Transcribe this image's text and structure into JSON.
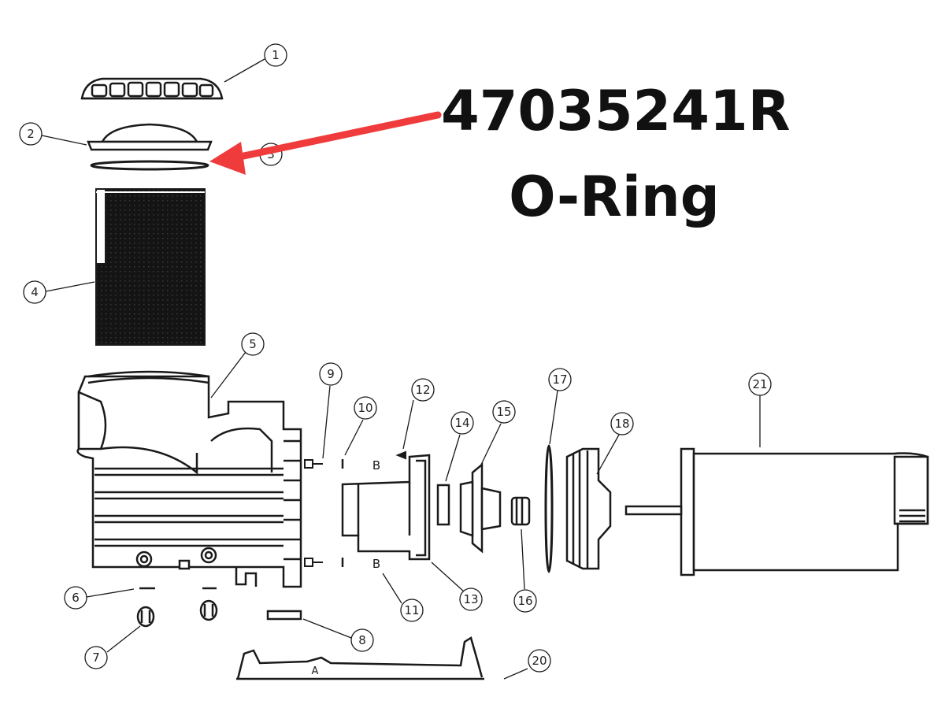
{
  "annotation": {
    "part_number": "47035241R",
    "part_name": "O-Ring",
    "arrow_color": "#ef3b3b",
    "points_to_callout": "3"
  },
  "callouts": [
    "1",
    "2",
    "3",
    "4",
    "5",
    "6",
    "7",
    "8",
    "9",
    "10",
    "11",
    "12",
    "13",
    "14",
    "15",
    "16",
    "17",
    "18",
    "20",
    "21"
  ],
  "part_letters": {
    "gasket_left": "B",
    "gasket_right": "B",
    "base_mark": "A"
  },
  "colors": {
    "line": "#1a1a1a",
    "basket": "#161616",
    "background": "#ffffff"
  }
}
